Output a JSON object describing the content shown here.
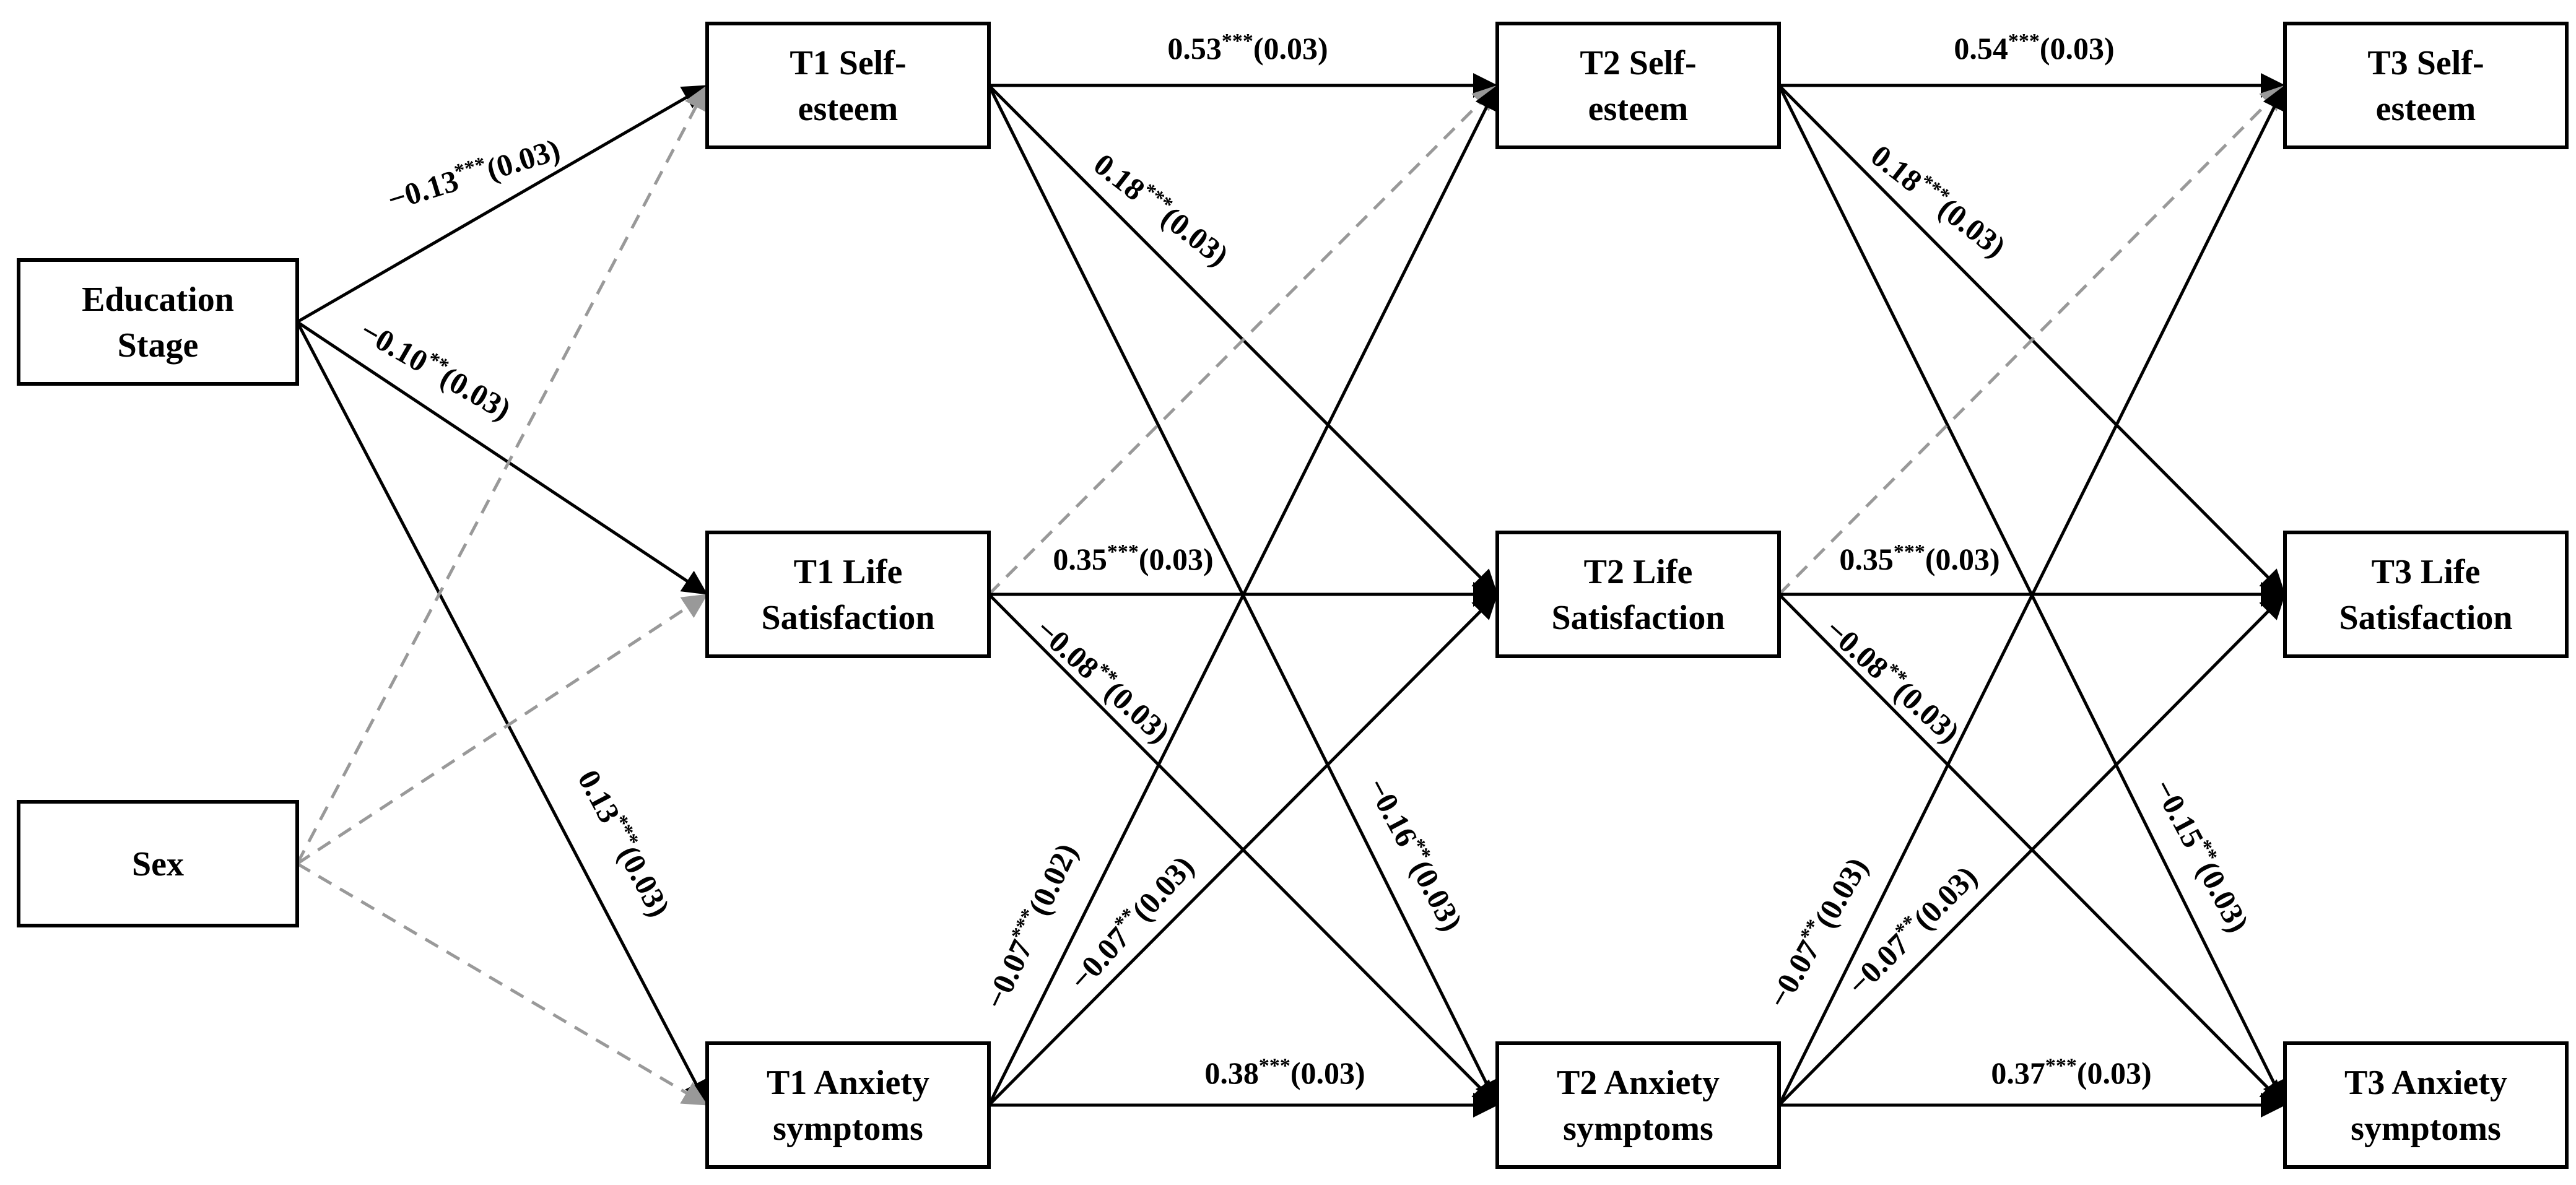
{
  "nodes": [
    {
      "id": "edu",
      "lines": [
        "Education",
        "Stage"
      ]
    },
    {
      "id": "sex",
      "lines": [
        "Sex"
      ]
    },
    {
      "id": "t1se",
      "lines": [
        "T1 Self-",
        "esteem"
      ]
    },
    {
      "id": "t1ls",
      "lines": [
        "T1 Life",
        "Satisfaction"
      ]
    },
    {
      "id": "t1ax",
      "lines": [
        "T1 Anxiety",
        "symptoms"
      ]
    },
    {
      "id": "t2se",
      "lines": [
        "T2 Self-",
        "esteem"
      ]
    },
    {
      "id": "t2ls",
      "lines": [
        "T2 Life",
        "Satisfaction"
      ]
    },
    {
      "id": "t2ax",
      "lines": [
        "T2 Anxiety",
        "symptoms"
      ]
    },
    {
      "id": "t3se",
      "lines": [
        "T3 Self-",
        "esteem"
      ]
    },
    {
      "id": "t3ls",
      "lines": [
        "T3 Life",
        "Satisfaction"
      ]
    },
    {
      "id": "t3ax",
      "lines": [
        "T3 Anxiety",
        "symptoms"
      ]
    }
  ],
  "edges": [
    {
      "id": "edu-t1se",
      "from": "edu",
      "to": "t1se",
      "style": "solid",
      "coef": "−0.13",
      "stars": "***",
      "se": "(0.03)"
    },
    {
      "id": "edu-t1ls",
      "from": "edu",
      "to": "t1ls",
      "style": "solid",
      "coef": "−0.10",
      "stars": "**",
      "se": "(0.03)"
    },
    {
      "id": "edu-t1ax",
      "from": "edu",
      "to": "t1ax",
      "style": "solid",
      "coef": "0.13",
      "stars": "***",
      "se": "(0.03)"
    },
    {
      "id": "sex-t1se",
      "from": "sex",
      "to": "t1se",
      "style": "dashed"
    },
    {
      "id": "sex-t1ls",
      "from": "sex",
      "to": "t1ls",
      "style": "dashed"
    },
    {
      "id": "sex-t1ax",
      "from": "sex",
      "to": "t1ax",
      "style": "dashed"
    },
    {
      "id": "t1se-t2se",
      "from": "t1se",
      "to": "t2se",
      "style": "solid",
      "coef": "0.53",
      "stars": "***",
      "se": "(0.03)"
    },
    {
      "id": "t1se-t2ls",
      "from": "t1se",
      "to": "t2ls",
      "style": "solid",
      "coef": "0.18",
      "stars": "***",
      "se": "(0.03)"
    },
    {
      "id": "t1se-t2ax",
      "from": "t1se",
      "to": "t2ax",
      "style": "solid",
      "coef": "−0.16",
      "stars": "**",
      "se": "(0.03)"
    },
    {
      "id": "t1ls-t2se",
      "from": "t1ls",
      "to": "t2se",
      "style": "dashed"
    },
    {
      "id": "t1ls-t2ls",
      "from": "t1ls",
      "to": "t2ls",
      "style": "solid",
      "coef": "0.35",
      "stars": "***",
      "se": "(0.03)"
    },
    {
      "id": "t1ls-t2ax",
      "from": "t1ls",
      "to": "t2ax",
      "style": "solid",
      "coef": "−0.08",
      "stars": "**",
      "se": "(0.03)"
    },
    {
      "id": "t1ax-t2se",
      "from": "t1ax",
      "to": "t2se",
      "style": "solid",
      "coef": "−0.07",
      "stars": "***",
      "se": "(0.02)"
    },
    {
      "id": "t1ax-t2ls",
      "from": "t1ax",
      "to": "t2ls",
      "style": "solid",
      "coef": "−0.07",
      "stars": "**",
      "se": "(0.03)"
    },
    {
      "id": "t1ax-t2ax",
      "from": "t1ax",
      "to": "t2ax",
      "style": "solid",
      "coef": "0.38",
      "stars": "***",
      "se": "(0.03)"
    },
    {
      "id": "t2se-t3se",
      "from": "t2se",
      "to": "t3se",
      "style": "solid",
      "coef": "0.54",
      "stars": "***",
      "se": "(0.03)"
    },
    {
      "id": "t2se-t3ls",
      "from": "t2se",
      "to": "t3ls",
      "style": "solid",
      "coef": "0.18",
      "stars": "***",
      "se": "(0.03)"
    },
    {
      "id": "t2se-t3ax",
      "from": "t2se",
      "to": "t3ax",
      "style": "solid",
      "coef": "−0.15",
      "stars": "**",
      "se": "(0.03)"
    },
    {
      "id": "t2ls-t3se",
      "from": "t2ls",
      "to": "t3se",
      "style": "dashed"
    },
    {
      "id": "t2ls-t3ls",
      "from": "t2ls",
      "to": "t3ls",
      "style": "solid",
      "coef": "0.35",
      "stars": "***",
      "se": "(0.03)"
    },
    {
      "id": "t2ls-t3ax",
      "from": "t2ls",
      "to": "t3ax",
      "style": "solid",
      "coef": "−0.08",
      "stars": "**",
      "se": "(0.03)"
    },
    {
      "id": "t2ax-t3se",
      "from": "t2ax",
      "to": "t3se",
      "style": "solid",
      "coef": "−0.07",
      "stars": "**",
      "se": "(0.03)"
    },
    {
      "id": "t2ax-t3ls",
      "from": "t2ax",
      "to": "t3ls",
      "style": "solid",
      "coef": "−0.07",
      "stars": "**",
      "se": "(0.03)"
    },
    {
      "id": "t2ax-t3ax",
      "from": "t2ax",
      "to": "t3ax",
      "style": "solid",
      "coef": "0.37",
      "stars": "***",
      "se": "(0.03)"
    }
  ],
  "colors": {
    "solid": "#000000",
    "dashed": "#999999",
    "box_fill": "#ffffff",
    "box_stroke": "#000000"
  }
}
